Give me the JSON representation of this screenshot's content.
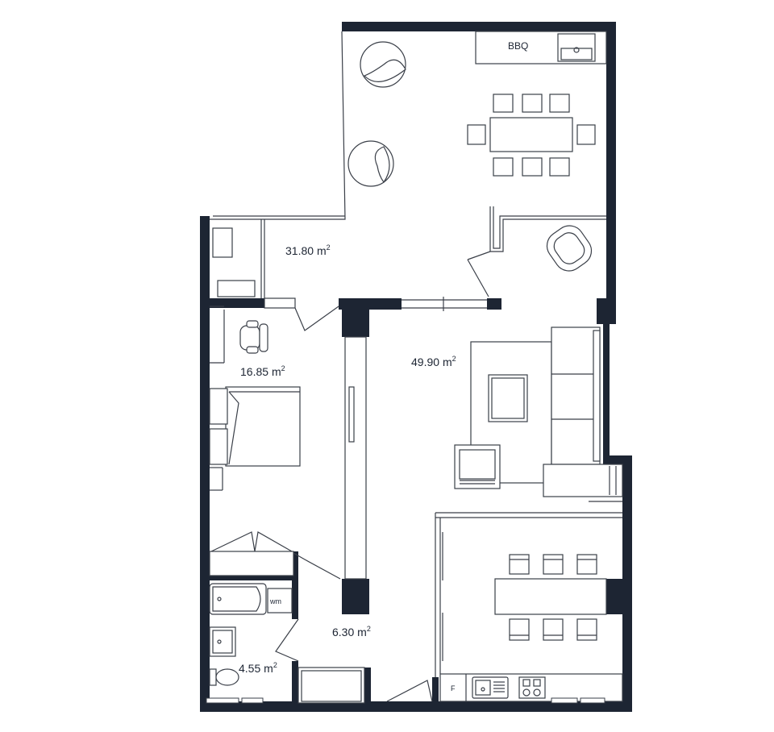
{
  "rooms": {
    "terrace": {
      "area": "31.80",
      "unit": "m",
      "exp": "2"
    },
    "living": {
      "area": "49.90",
      "unit": "m",
      "exp": "2"
    },
    "bedroom": {
      "area": "16.85",
      "unit": "m",
      "exp": "2"
    },
    "hall": {
      "area": "6.30",
      "unit": "m",
      "exp": "2"
    },
    "bathroom": {
      "area": "4.55",
      "unit": "m",
      "exp": "2"
    }
  },
  "fixtures": {
    "bbq": "BBQ",
    "washing_machine": "wm",
    "fridge": "F"
  },
  "colors": {
    "wall": "#1d2533",
    "line": "#3a3f48",
    "background": "#ffffff"
  }
}
